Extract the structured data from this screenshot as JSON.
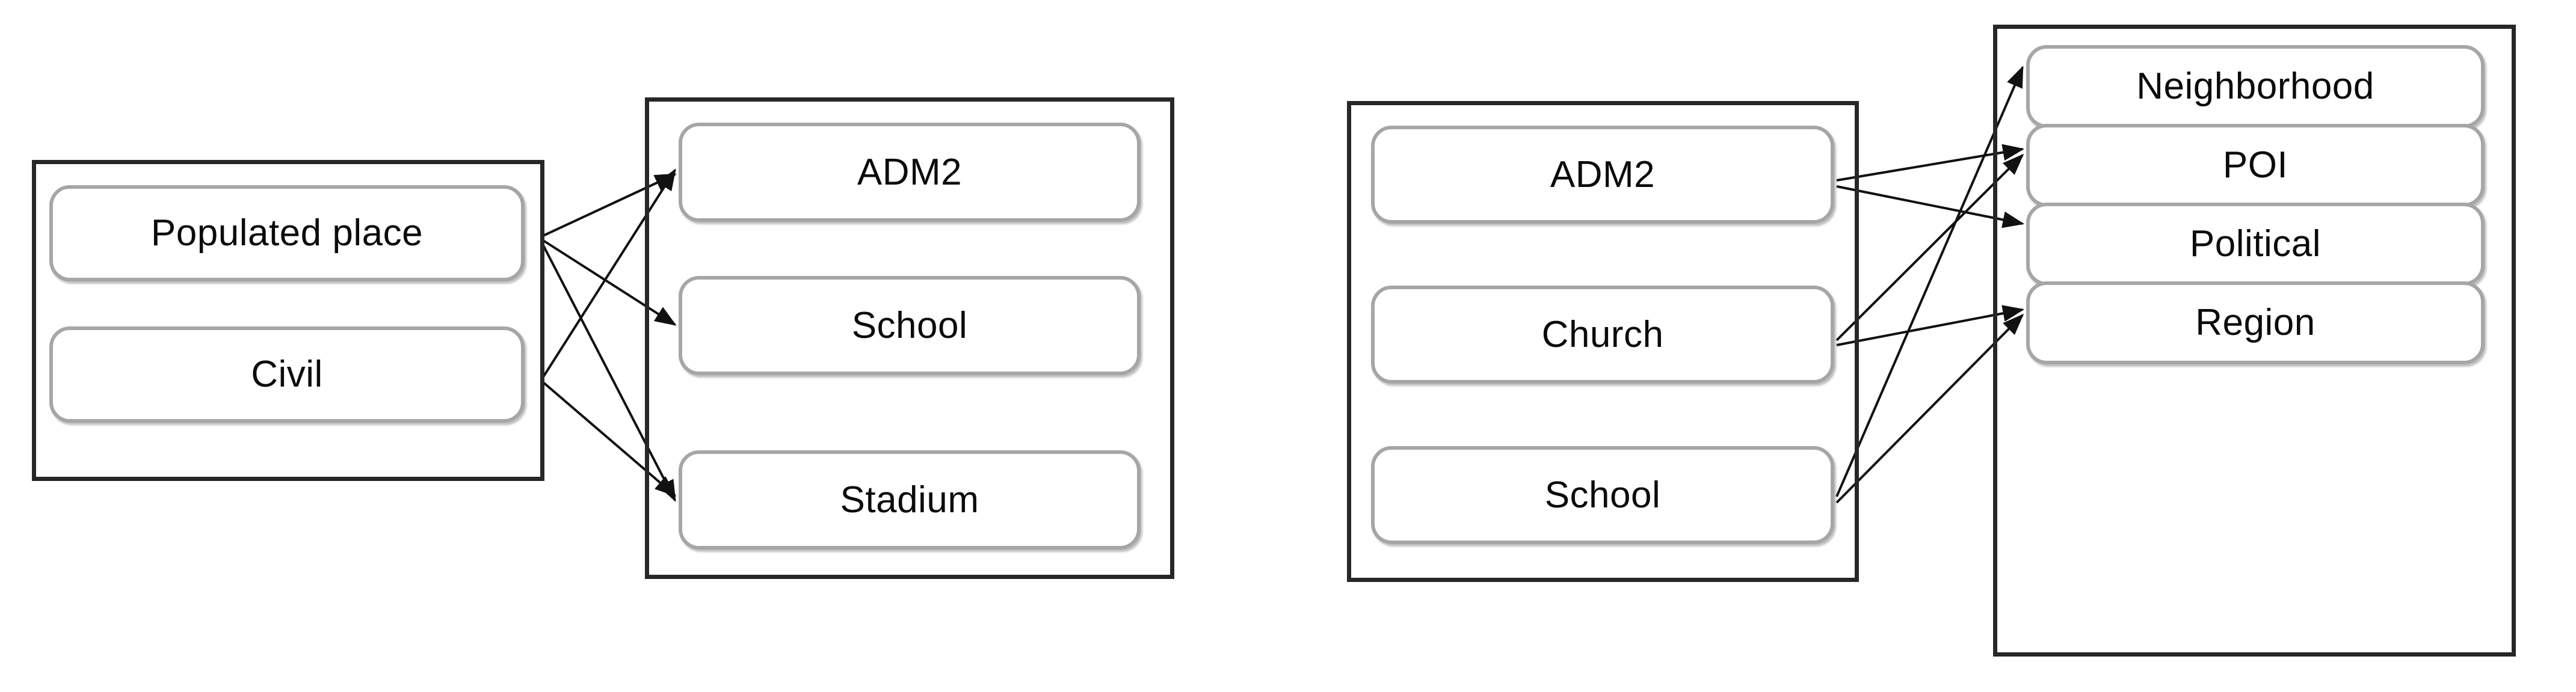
{
  "diagram": {
    "type": "bipartite-mapping-diagram",
    "background_color": "#ffffff",
    "node_border_color": "#a6a6a6",
    "group_border_color": "#272727",
    "edge_color": "#111111",
    "text_color": "#0b0b0b",
    "panels": [
      {
        "id": "panel-left",
        "groups": [
          {
            "id": "group-left-source",
            "name": "left-source-group",
            "nodes": [
              {
                "id": "lp-populated-place",
                "label": "Populated place"
              },
              {
                "id": "lp-civil",
                "label": "Civil"
              }
            ]
          },
          {
            "id": "group-left-target",
            "name": "left-target-group",
            "nodes": [
              {
                "id": "lt-adm2",
                "label": "ADM2"
              },
              {
                "id": "lt-school",
                "label": "School"
              },
              {
                "id": "lt-stadium",
                "label": "Stadium"
              }
            ]
          }
        ],
        "edges": [
          {
            "from": "lp-populated-place",
            "to": "lt-adm2"
          },
          {
            "from": "lp-populated-place",
            "to": "lt-school"
          },
          {
            "from": "lp-populated-place",
            "to": "lt-stadium"
          },
          {
            "from": "lp-civil",
            "to": "lt-adm2"
          },
          {
            "from": "lp-civil",
            "to": "lt-stadium"
          }
        ]
      },
      {
        "id": "panel-right",
        "groups": [
          {
            "id": "group-right-source",
            "name": "right-source-group",
            "nodes": [
              {
                "id": "rs-adm2",
                "label": "ADM2"
              },
              {
                "id": "rs-church",
                "label": "Church"
              },
              {
                "id": "rs-school",
                "label": "School"
              }
            ]
          },
          {
            "id": "group-right-target",
            "name": "right-target-group",
            "nodes": [
              {
                "id": "rt-neighborhood",
                "label": "Neighborhood"
              },
              {
                "id": "rt-poi",
                "label": "POI"
              },
              {
                "id": "rt-political",
                "label": "Political"
              },
              {
                "id": "rt-region",
                "label": "Region"
              }
            ]
          }
        ],
        "edges": [
          {
            "from": "rs-adm2",
            "to": "rt-poi"
          },
          {
            "from": "rs-adm2",
            "to": "rt-political"
          },
          {
            "from": "rs-church",
            "to": "rt-poi"
          },
          {
            "from": "rs-church",
            "to": "rt-region"
          },
          {
            "from": "rs-school",
            "to": "rt-neighborhood"
          },
          {
            "from": "rs-school",
            "to": "rt-region"
          }
        ]
      }
    ]
  }
}
